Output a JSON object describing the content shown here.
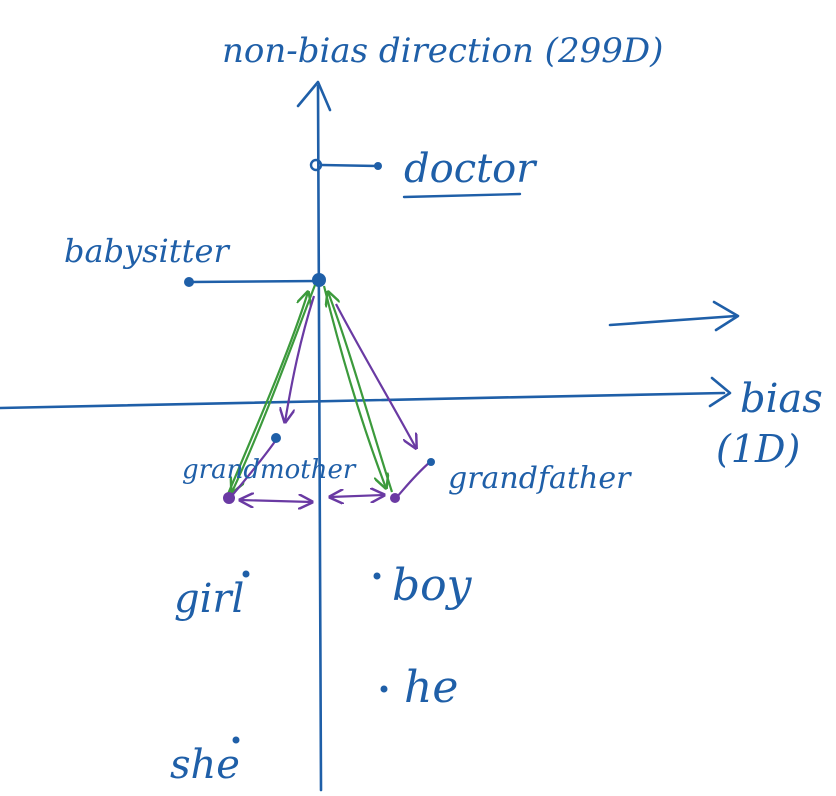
{
  "labels": {
    "y_axis": "non-bias direction (299D)",
    "x_axis": "bias",
    "x_axis_dim": "(1D)",
    "doctor": "doctor",
    "babysitter": "babysitter",
    "grandmother": "grandmother",
    "grandfather": "grandfather",
    "girl": "girl",
    "boy": "boy",
    "he": "he",
    "she": "she"
  },
  "colors": {
    "ink": "#1f5fa8",
    "green": "#3c9a3c",
    "purple": "#6a3aa3",
    "background": "#ffffff"
  }
}
